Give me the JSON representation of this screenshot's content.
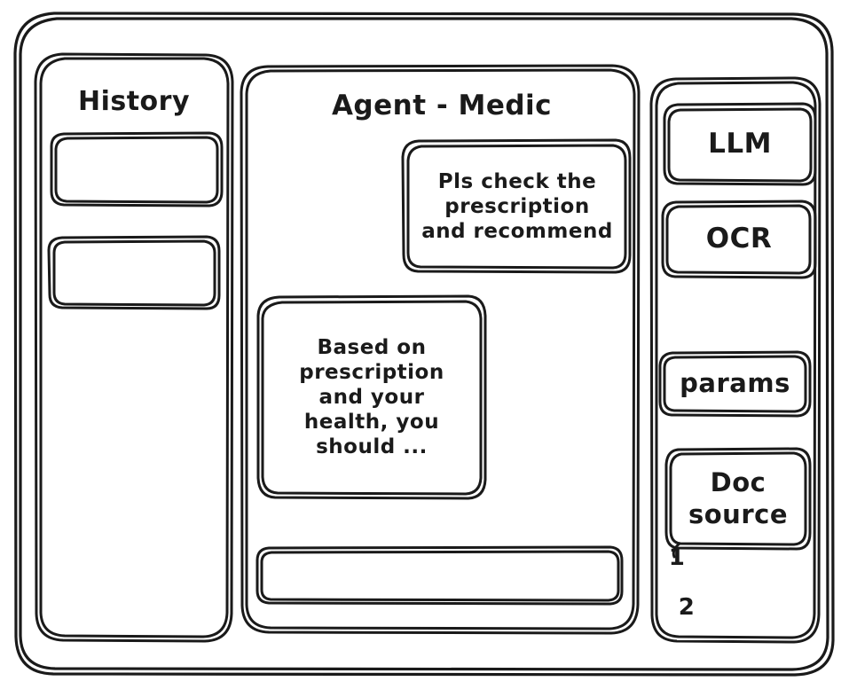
{
  "meta": {
    "style": "hand-drawn wireframe sketch",
    "stroke_color": "#1a1a1a",
    "background_color": "#ffffff"
  },
  "window": {
    "frame_label": "app-window"
  },
  "history": {
    "title": "History",
    "items": [
      {
        "label": ""
      },
      {
        "label": ""
      }
    ]
  },
  "agent": {
    "title": "Agent - Medic",
    "messages": [
      {
        "role": "user",
        "text": "Pls check the\nprescription\nand recommend"
      },
      {
        "role": "assistant",
        "text": "Based on\nprescription\nand your\nhealth, you\nshould ..."
      }
    ],
    "composer": {
      "value": "",
      "placeholder": ""
    }
  },
  "tools": {
    "buttons": [
      {
        "label": "LLM"
      },
      {
        "label": "OCR"
      },
      {
        "label": "params"
      },
      {
        "label": "Doc\nsource"
      }
    ],
    "doc_references": [
      {
        "label": "1"
      },
      {
        "label": "2"
      }
    ]
  }
}
